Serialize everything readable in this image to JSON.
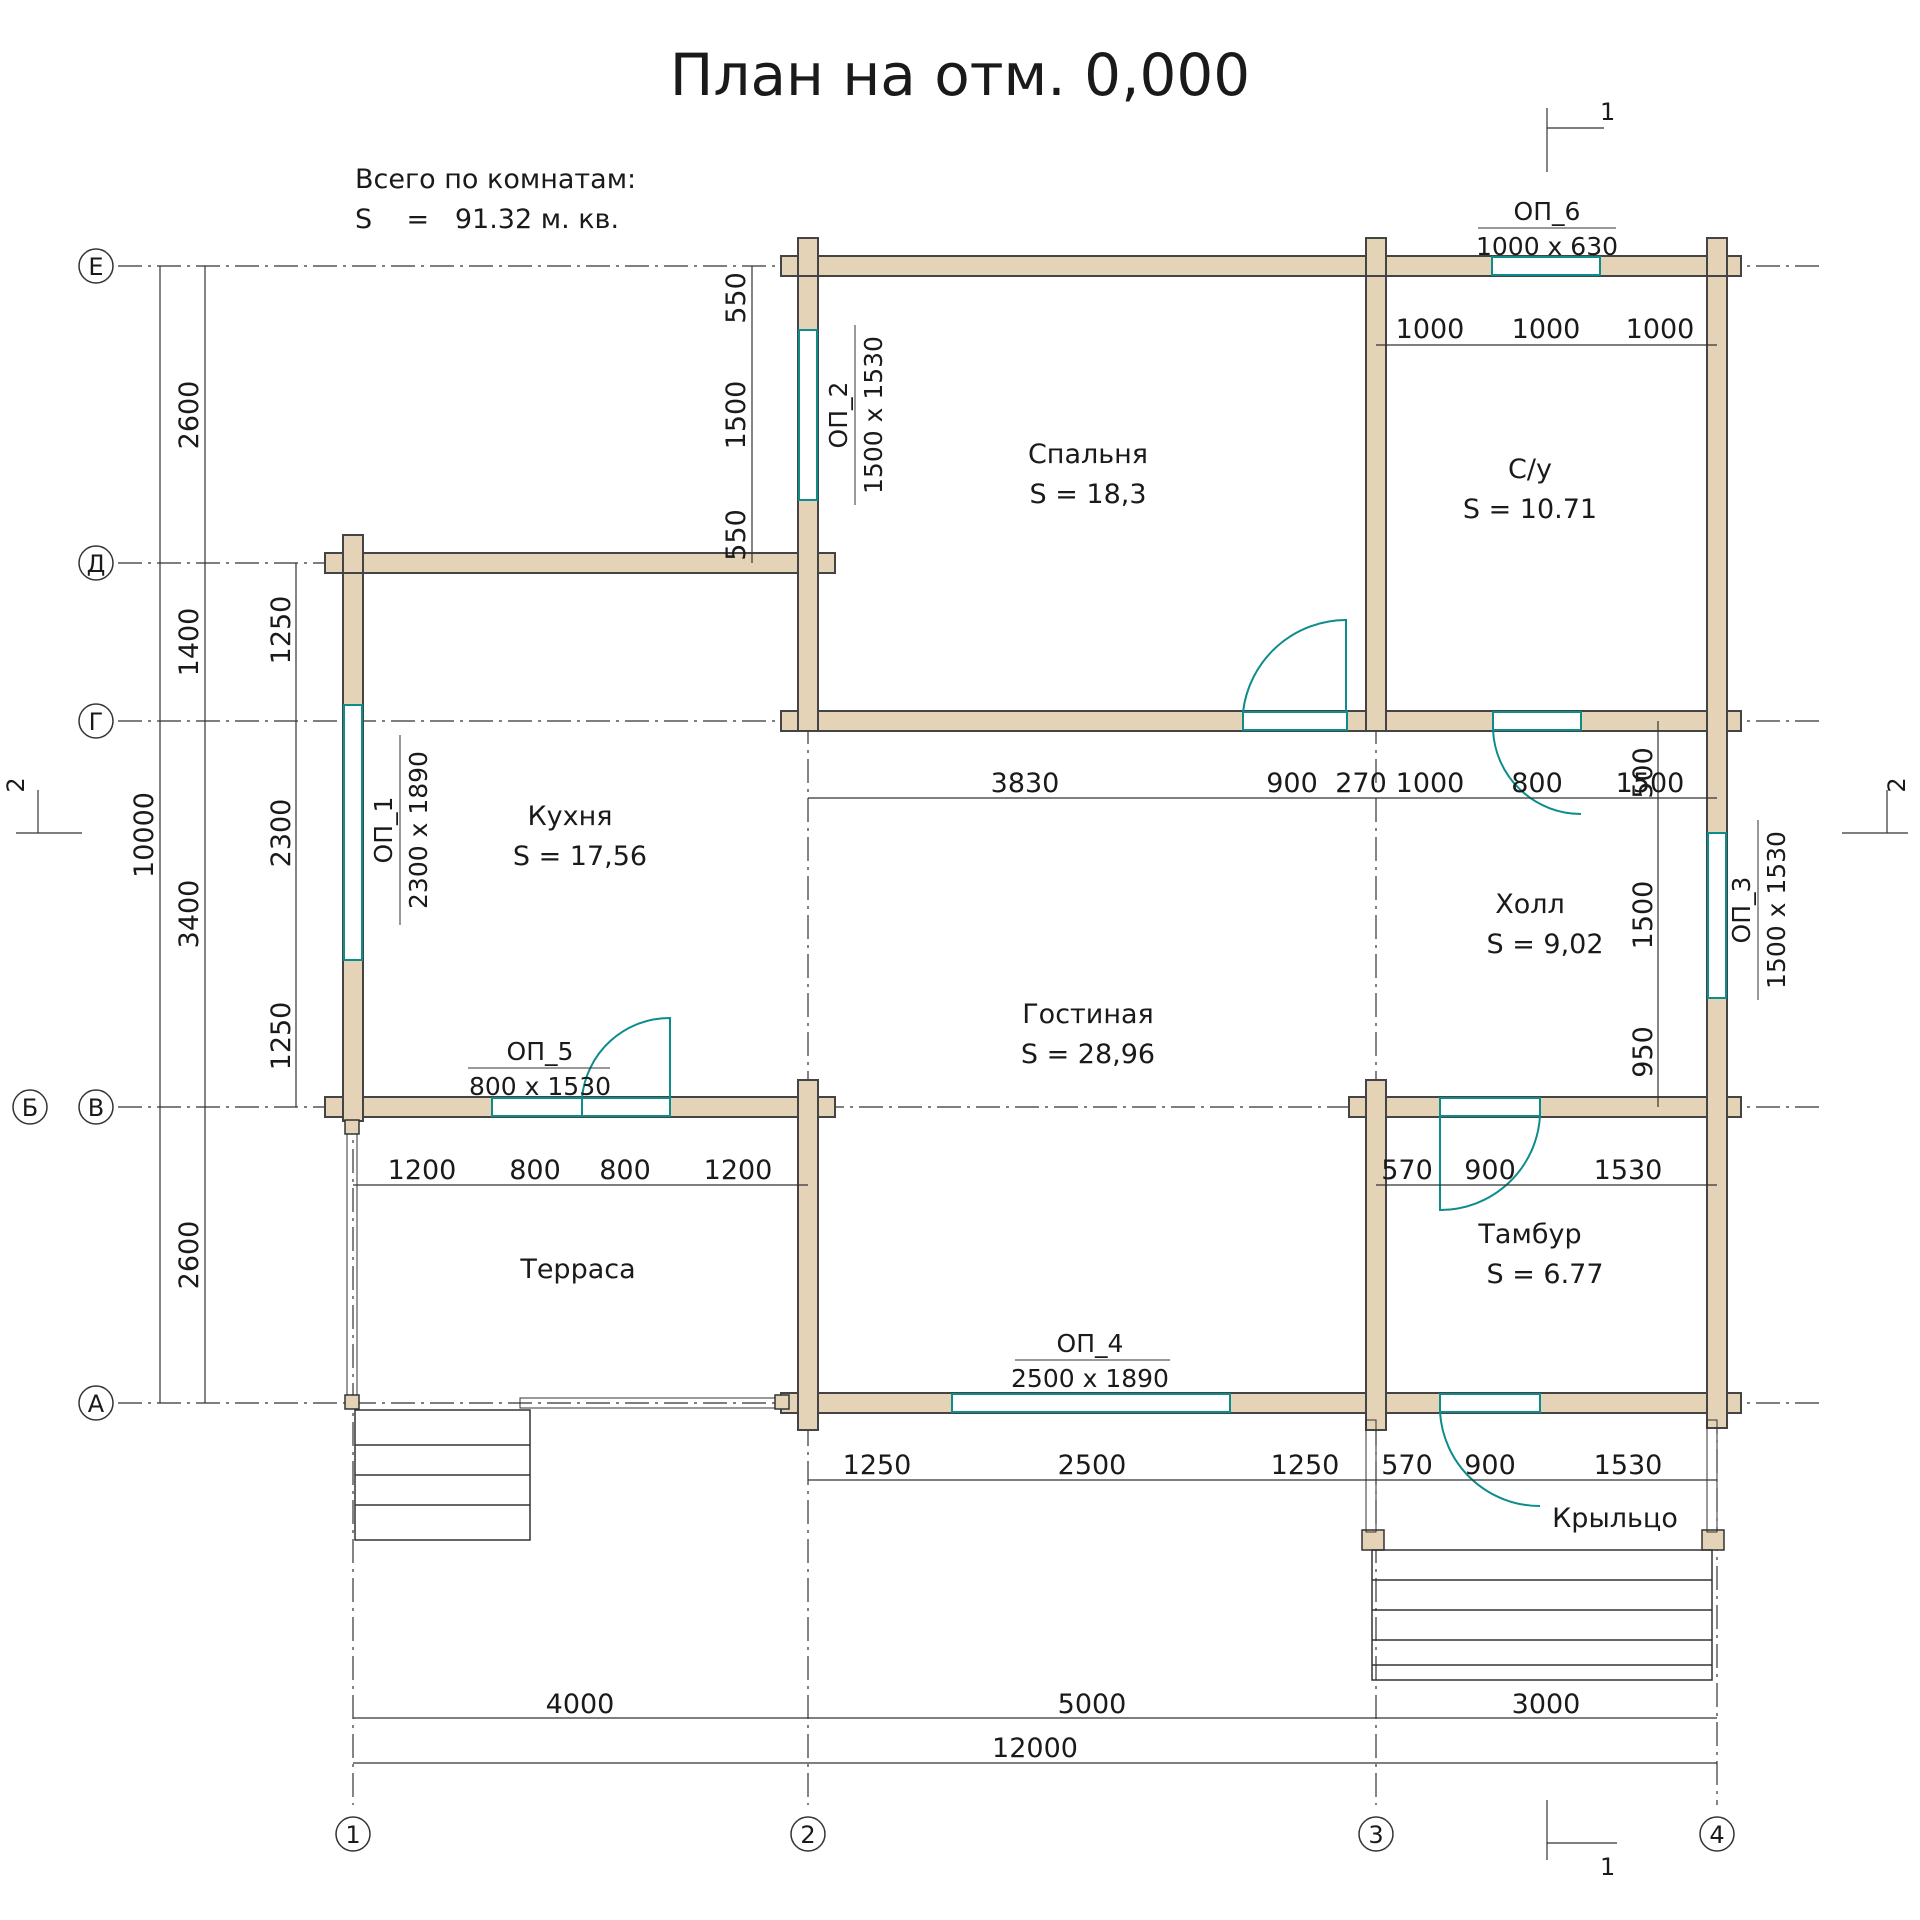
{
  "title": "План на отм. 0,000",
  "summary": {
    "line1": "Всего по комнатам:",
    "line2": "S    =   91.32 м. кв."
  },
  "rooms": [
    {
      "name": "Спальня",
      "area": "S = 18,3"
    },
    {
      "name": "С/у",
      "area": "S = 10.71"
    },
    {
      "name": "Кухня",
      "area": "S = 17,56"
    },
    {
      "name": "Гостиная",
      "area": "S = 28,96"
    },
    {
      "name": "Холл",
      "area": "S = 9,02"
    },
    {
      "name": "Тамбур",
      "area": "S = 6.77"
    },
    {
      "name": "Терраса",
      "area": ""
    },
    {
      "name": "Крыльцо",
      "area": ""
    }
  ],
  "openings": [
    {
      "name": "ОП_1",
      "size": "2300 x 1890"
    },
    {
      "name": "ОП_2",
      "size": "1500 x 1530"
    },
    {
      "name": "ОП_3",
      "size": "1500 x 1530"
    },
    {
      "name": "ОП_4",
      "size": "2500 x 1890"
    },
    {
      "name": "ОП_5",
      "size": "800 x 1530"
    },
    {
      "name": "ОП_6",
      "size": "1000 x 630"
    }
  ],
  "axes": {
    "columns": [
      "1",
      "2",
      "3",
      "4"
    ],
    "rows": [
      "Е",
      "Д",
      "Г",
      "В",
      "Б",
      "А"
    ]
  },
  "sections": {
    "s1": "1",
    "s2": "2"
  },
  "dims": {
    "bottom_spans": [
      "4000",
      "5000",
      "3000"
    ],
    "bottom_total": "12000",
    "left_spans": [
      "2600",
      "1400",
      "3400",
      "2600"
    ],
    "left_total": "10000",
    "kitchen_left": [
      "1250",
      "2300",
      "1250"
    ],
    "bedroom_left": [
      "550",
      "1500",
      "550"
    ],
    "wc_top": [
      "1000",
      "1000",
      "1000"
    ],
    "gam_row": [
      "3830",
      "900",
      "270",
      "1000",
      "800",
      "1500"
    ],
    "hall_right": [
      "500",
      "1500",
      "950"
    ],
    "terrace_row": [
      "1200",
      "800",
      "800",
      "1200"
    ],
    "tambur_row": [
      "570",
      "900",
      "1530"
    ],
    "facade_row": [
      "1250",
      "2500",
      "1250",
      "570",
      "900",
      "1530"
    ]
  }
}
